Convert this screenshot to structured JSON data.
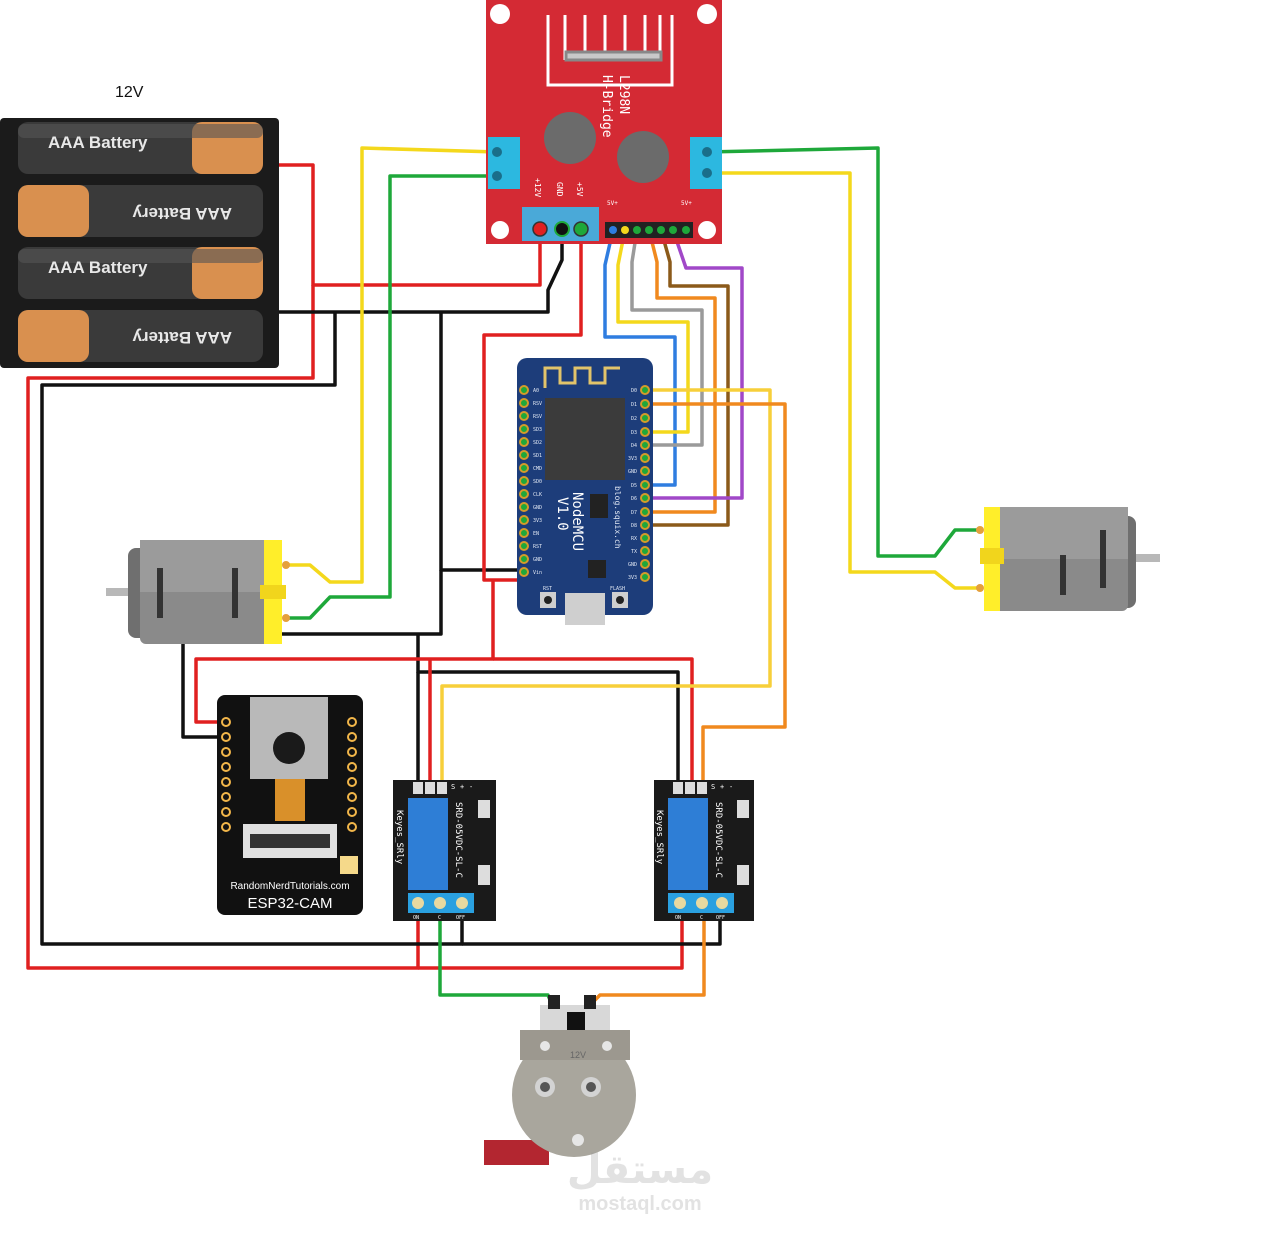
{
  "supply": {
    "voltage_label": "12V"
  },
  "battery_pack": {
    "cells": [
      "AAA Battery",
      "AAA Battery",
      "AAA Battery",
      "AAA Battery"
    ]
  },
  "hbridge": {
    "model_line1": "L298N",
    "model_line2": "H-Bridge",
    "pin_12v": "+12V",
    "pin_gnd": "GND",
    "pin_5v": "+5V",
    "jumper_left": "5V+",
    "jumper_right": "5V+"
  },
  "nodemcu": {
    "name": "NodeMCU",
    "version": "V1.0",
    "credit": "blog.squix.ch",
    "btn_rst": "RST",
    "btn_flash": "FLASH",
    "left_pins": [
      "A0",
      "RSV",
      "RSV",
      "SD3",
      "SD2",
      "SD1",
      "CMD",
      "SD0",
      "CLK",
      "GND",
      "3V3",
      "EN",
      "RST",
      "GND",
      "Vin"
    ],
    "right_pins": [
      "D0",
      "D1",
      "D2",
      "D3",
      "D4",
      "3V3",
      "GND",
      "D5",
      "D6",
      "D7",
      "D8",
      "RX",
      "TX",
      "GND",
      "3V3"
    ]
  },
  "esp32cam": {
    "website": "RandomNerdTutorials.com",
    "name": "ESP32-CAM"
  },
  "relays": [
    {
      "brand": "Keyes_SRly",
      "part": "SRD-05VDC-SL-C",
      "pins": [
        "S",
        "+",
        "-"
      ],
      "terms": [
        "ON",
        "C",
        "OFF"
      ]
    },
    {
      "brand": "Keyes_SRly",
      "part": "SRD-05VDC-SL-C",
      "pins": [
        "S",
        "+",
        "-"
      ],
      "terms": [
        "ON",
        "C",
        "OFF"
      ]
    }
  ],
  "pump": {
    "marking": "12V"
  },
  "watermark": {
    "arabic": "مستقل",
    "latin": "mostaql.com"
  },
  "wire_colors": {
    "red": "#e02020",
    "black": "#111111",
    "yellow": "#f4d81c",
    "green": "#1ea83a",
    "blue": "#2f7de0",
    "gray": "#9a9a9a",
    "orange": "#f0891e",
    "purple": "#a148c8",
    "brown": "#8b5a1a",
    "light_yellow": "#f7cf3a"
  }
}
